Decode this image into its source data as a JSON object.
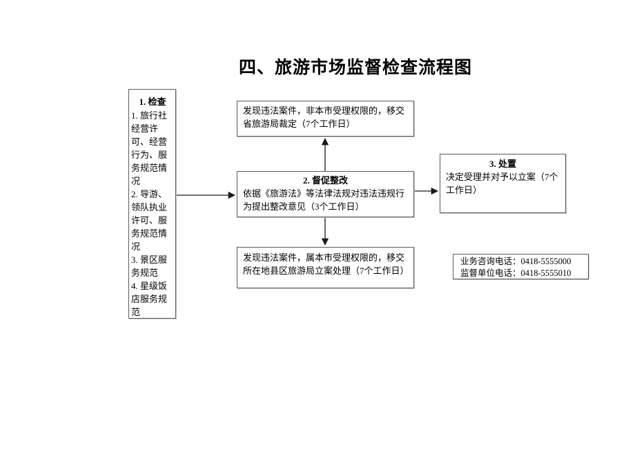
{
  "style": {
    "background": "#ffffff",
    "text_color": "#000000",
    "border_color": "#595959",
    "arrow_color": "#1a1a1a"
  },
  "page": {
    "title": "四、旅游市场监督检查流程图"
  },
  "flowchart": {
    "inspect_box": {
      "heading": "1. 检查",
      "items": [
        "1. 旅行社经营许可、经营行为、服务规范情况",
        "2. 导游、领队执业许可、服务规范情况",
        "3. 景区服务规范",
        "4. 星级饭店服务规范"
      ]
    },
    "escalate_province_box": {
      "text": "发现违法案件，非本市受理权限的，移交省旅游局裁定（7个工作日）"
    },
    "rectify_box": {
      "heading": "2. 督促整改",
      "text": "依据《旅游法》等法律法规对违法违规行为提出整改意见（3个工作日）"
    },
    "transfer_county_box": {
      "text": "发现违法案件，属本市受理权限的，移交所在地县区旅游局立案处理（7个工作日）"
    },
    "dispose_box": {
      "heading": "3. 处置",
      "text": "决定受理并对予以立案（7个工作日）"
    },
    "contact_box": {
      "lines": [
        "业务咨询电话：0418-5555000",
        "监督单位电话：0418-5555010"
      ]
    }
  }
}
